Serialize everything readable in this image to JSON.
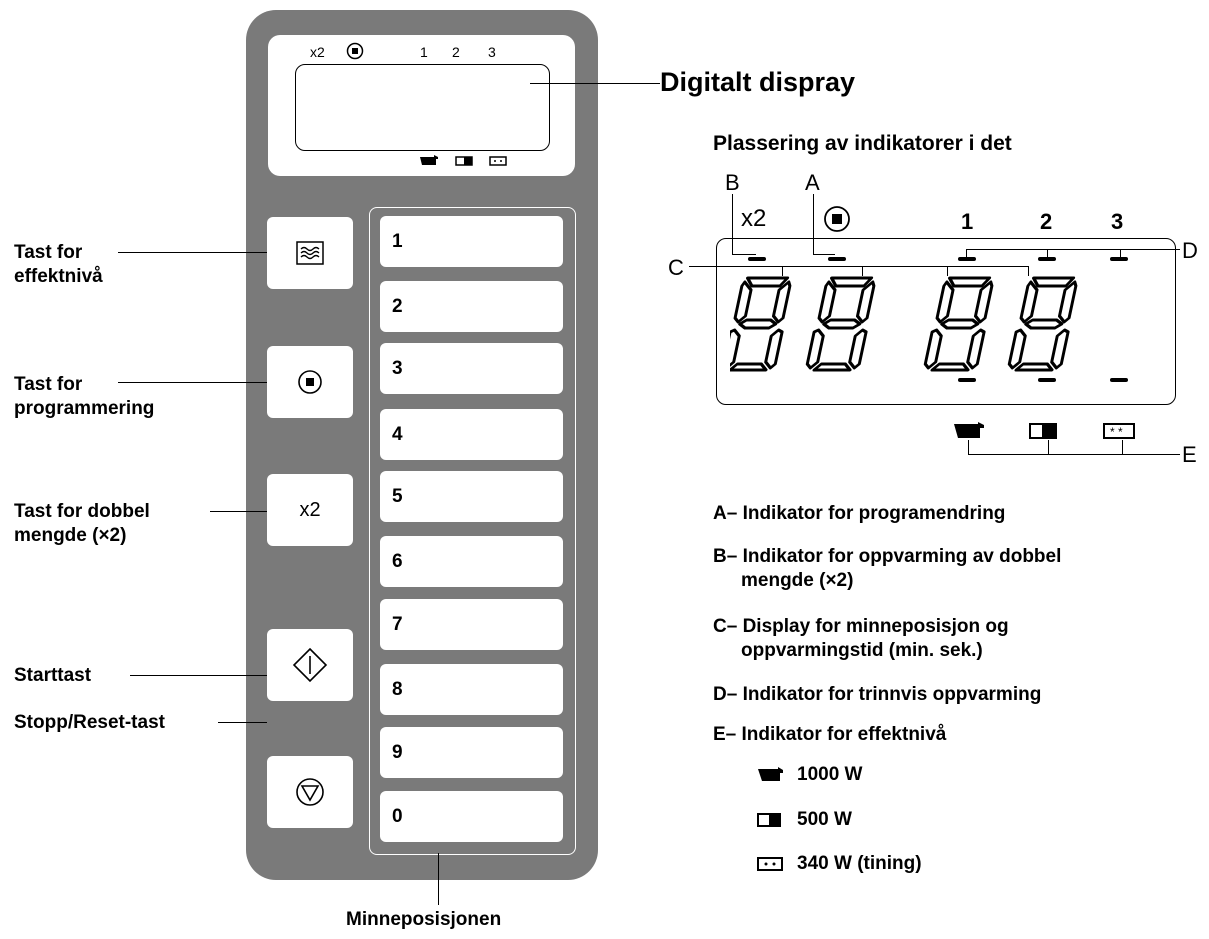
{
  "display": {
    "top_x2": "x2",
    "top_nums": [
      "1",
      "2",
      "3"
    ]
  },
  "keys": {
    "x2": "x2"
  },
  "numbers": [
    "1",
    "2",
    "3",
    "4",
    "5",
    "6",
    "7",
    "8",
    "9",
    "0"
  ],
  "labels": {
    "power_key": [
      "Tast for",
      "effektnivå"
    ],
    "program_key": [
      "Tast for",
      "programmering"
    ],
    "double_key": [
      "Tast for dobbel",
      "mengde (×2)"
    ],
    "start_key": "Starttast",
    "stop_key": "Stopp/Reset-tast",
    "memory": "Minneposisjonen"
  },
  "detail": {
    "title": "Digitalt dispray",
    "subtitle": "Plassering av indikatorer i det",
    "letter_a": "A",
    "letter_b": "B",
    "letter_c": "C",
    "letter_d": "D",
    "letter_e": "E",
    "x2": "x2",
    "nums": [
      "1",
      "2",
      "3"
    ],
    "digits": "88:88"
  },
  "legend": {
    "a": "A– Indikator for programendring",
    "b1": "B– Indikator for oppvarming av dobbel",
    "b2": "mengde (×2)",
    "c1": "C– Display for minneposisjon og",
    "c2": "oppvarmingstid (min. sek.)",
    "d": "D– Indikator for trinnvis oppvarming",
    "e": "E– Indikator for effektnivå"
  },
  "power_levels": [
    "1000 W",
    "500 W",
    "340 W (tining)"
  ]
}
